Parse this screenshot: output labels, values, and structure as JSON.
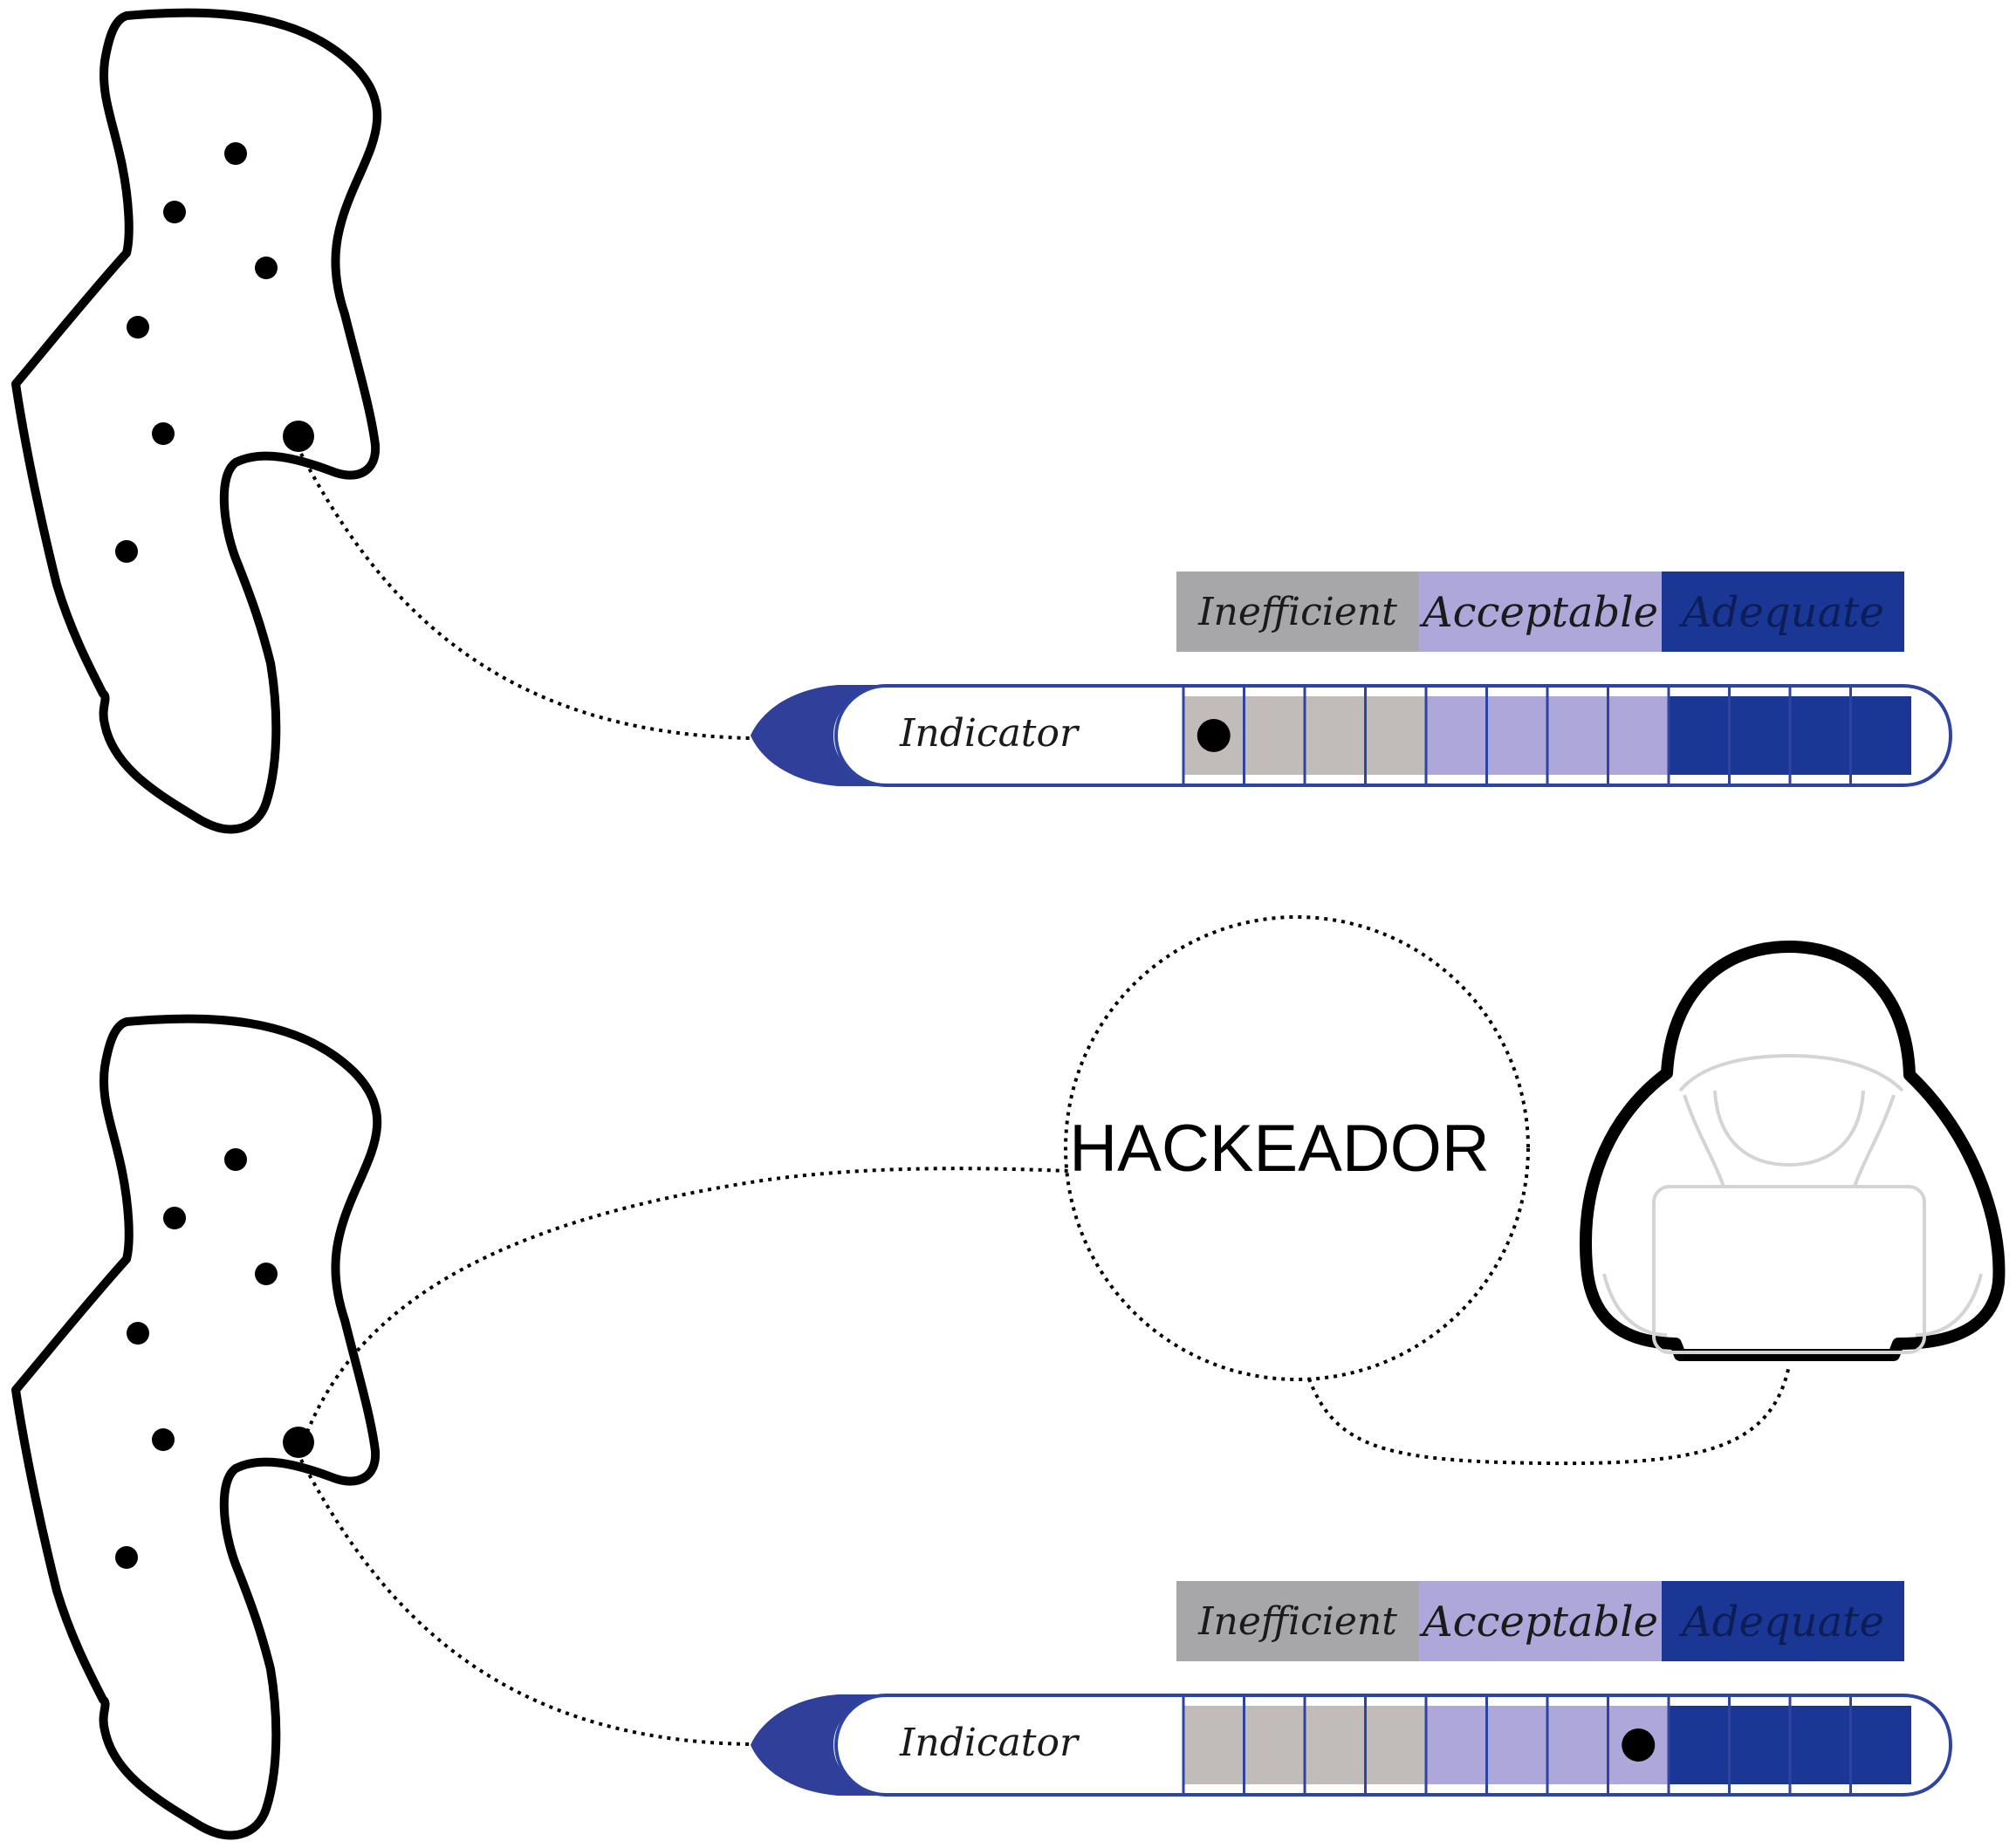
{
  "colors": {
    "inefficient": "#a7a7a9",
    "inefficient_cell": "#c1bcb9",
    "acceptable": "#ada7da",
    "adequate": "#1b3796",
    "gauge_outline": "#2f43a0",
    "gauge_cap": "#2f3f9a",
    "outline": "#000000",
    "hacker_detail": "#d4d4d4"
  },
  "legend": {
    "inefficient": "Inefficient",
    "acceptable": "Acceptable",
    "adequate": "Adequate"
  },
  "indicator_label": "Indicator",
  "hacker_bubble_text": "HACKEADOR",
  "panels": [
    {
      "marker_cell": 1,
      "total_cells": 12,
      "status": "Inefficient"
    },
    {
      "marker_cell": 8,
      "total_cells": 12,
      "status": "Acceptable"
    }
  ],
  "icons": {
    "territory": "region-map-icon",
    "hacker": "hooded-hacker-laptop-icon"
  }
}
